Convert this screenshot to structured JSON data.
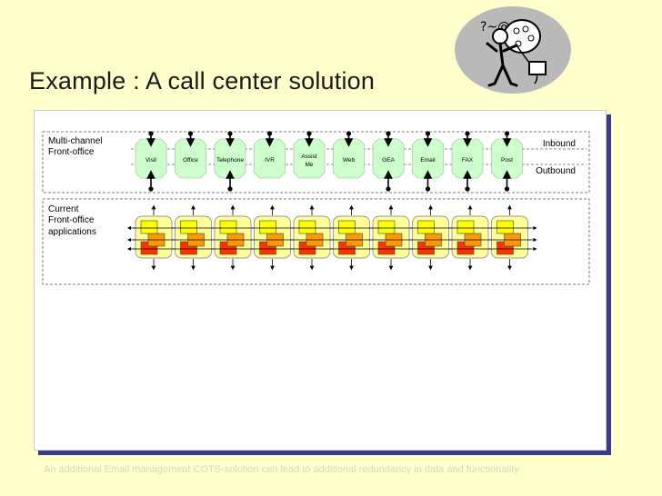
{
  "title": "Example : A call center solution",
  "clipart": {
    "name": "frustrated-phone-caller",
    "symbols": "?~@"
  },
  "sections": {
    "multichannel": {
      "label_lines": [
        "Multi-channel",
        "Front-office"
      ]
    },
    "current": {
      "label_lines": [
        "Current",
        "Front-office",
        "applications"
      ]
    }
  },
  "directions": {
    "inbound": "Inbound",
    "outbound": "Outbound"
  },
  "channels": [
    {
      "lines": [
        "Visit"
      ],
      "inbound": true,
      "outbound": true
    },
    {
      "lines": [
        "Office"
      ],
      "inbound": true,
      "outbound": false
    },
    {
      "lines": [
        "Telephone"
      ],
      "inbound": true,
      "outbound": true
    },
    {
      "lines": [
        "IVR"
      ],
      "inbound": true,
      "outbound": false
    },
    {
      "lines": [
        "Assist",
        "Me"
      ],
      "inbound": true,
      "outbound": false
    },
    {
      "lines": [
        "Web"
      ],
      "inbound": true,
      "outbound": false
    },
    {
      "lines": [
        "GEA"
      ],
      "inbound": true,
      "outbound": true
    },
    {
      "lines": [
        "Email"
      ],
      "inbound": true,
      "outbound": true
    },
    {
      "lines": [
        "FAX"
      ],
      "inbound": true,
      "outbound": true
    },
    {
      "lines": [
        "Post"
      ],
      "inbound": true,
      "outbound": true
    }
  ],
  "application_count": 10,
  "colors": {
    "channel_fill": "#ccffcc",
    "app_frame": "#ffff99",
    "box_yellow": "#ffff00",
    "box_orange": "#ff9900",
    "box_red": "#ff3300",
    "panel_border": "#3a3a8c",
    "background": "#ffffcc"
  },
  "footnote": "An additional Email management COTS-solution can lead to additional redundancy in data and functionality"
}
